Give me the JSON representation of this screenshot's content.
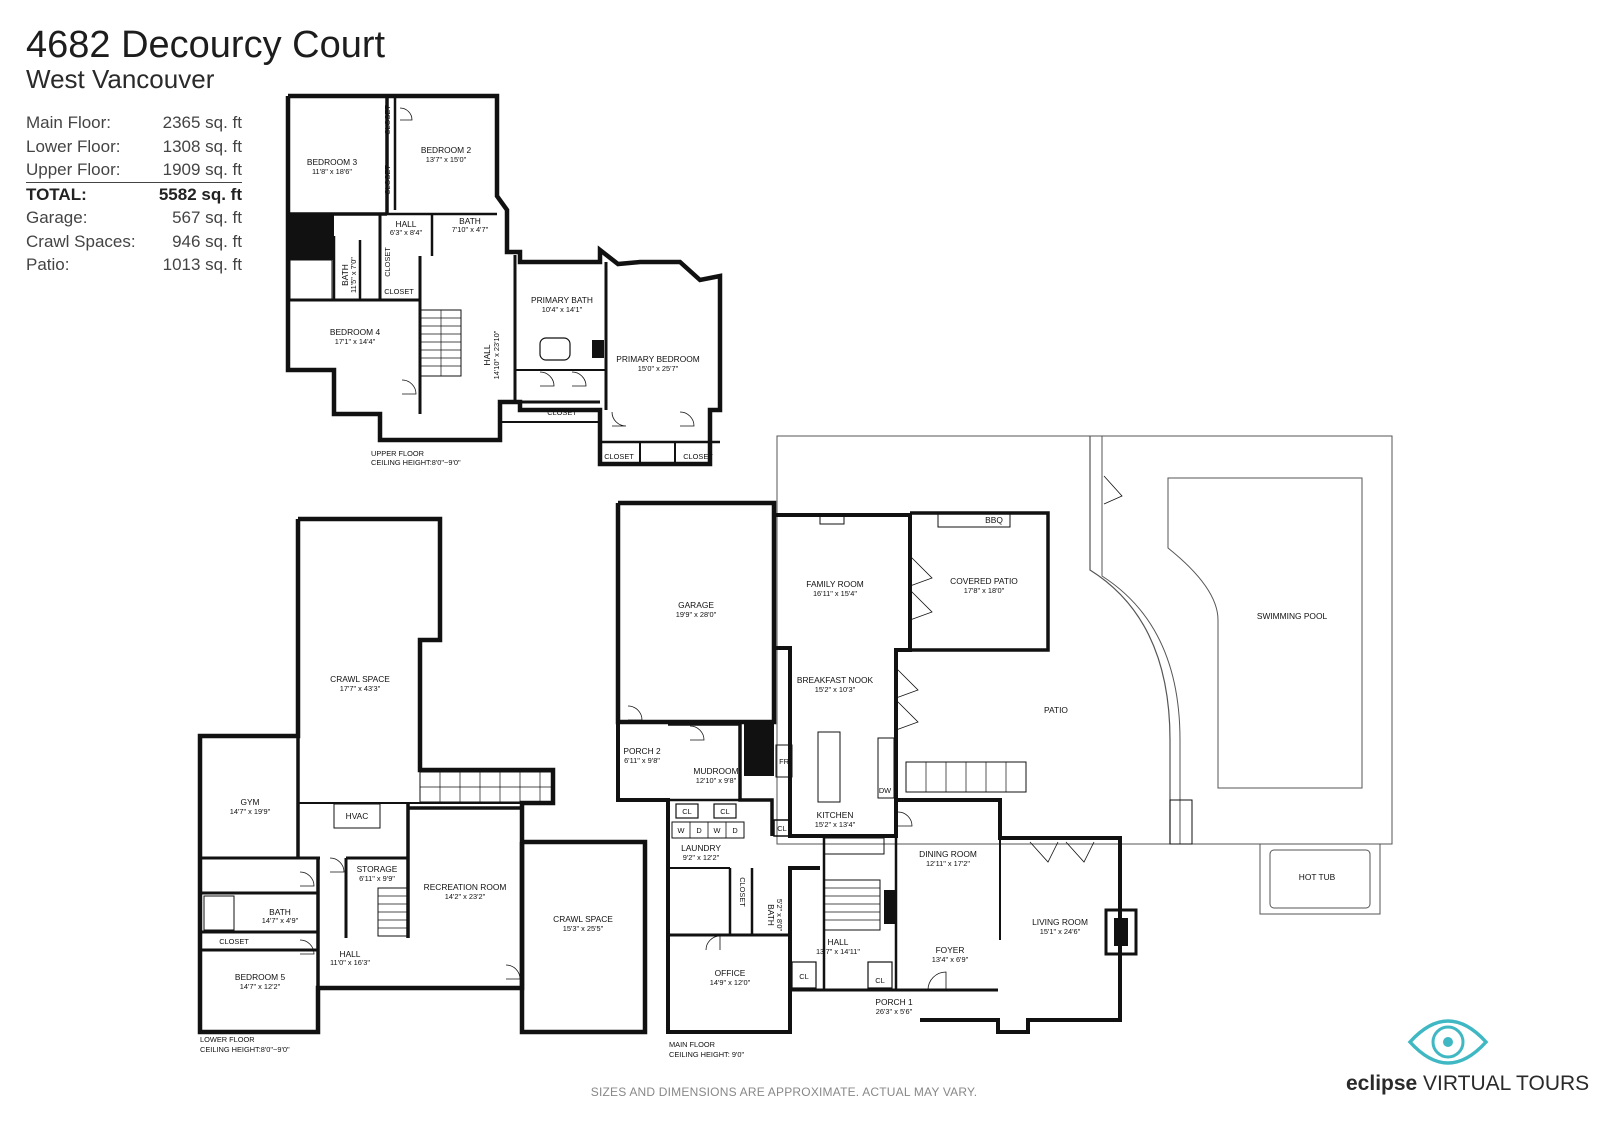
{
  "header": {
    "title": "4682 Decourcy Court",
    "subtitle": "West Vancouver"
  },
  "summary": [
    {
      "label": "Main Floor:",
      "value": "2365 sq. ft"
    },
    {
      "label": "Lower Floor:",
      "value": "1308 sq. ft"
    },
    {
      "label": "Upper Floor:",
      "value": "1909 sq. ft"
    },
    {
      "label": "TOTAL:",
      "value": "5582 sq. ft"
    },
    {
      "label": "Garage:",
      "value": "567 sq. ft"
    },
    {
      "label": "Crawl Spaces:",
      "value": "946 sq. ft"
    },
    {
      "label": "Patio:",
      "value": "1013 sq. ft"
    }
  ],
  "upper": {
    "bedroom3": {
      "name": "BEDROOM 3",
      "dim": "11'8\" x 18'6\""
    },
    "bedroom2": {
      "name": "BEDROOM 2",
      "dim": "13'7\" x 15'0\""
    },
    "hall_small": {
      "name": "HALL",
      "dim": "6'3\" x 8'4\""
    },
    "bath_small": {
      "name": "BATH",
      "dim": "7'10\" x 4'7\""
    },
    "bath_side": {
      "name": "BATH",
      "dim": "11'5\" x 7'0\""
    },
    "bedroom4": {
      "name": "BEDROOM 4",
      "dim": "17'1\" x 14'4\""
    },
    "hall_main": {
      "name": "HALL",
      "dim": "14'10\" x 23'10\""
    },
    "primary_bath": {
      "name": "PRIMARY BATH",
      "dim": "10'4\" x 14'1\""
    },
    "primary_bedroom": {
      "name": "PRIMARY BEDROOM",
      "dim": "15'0\" x 25'7\""
    },
    "closet": "CLOSET",
    "floor_label": "UPPER FLOOR",
    "ceiling": "CEILING HEIGHT:8'0\"~9'0\""
  },
  "lower": {
    "crawl1": {
      "name": "CRAWL SPACE",
      "dim": "17'7\" x 43'3\""
    },
    "gym": {
      "name": "GYM",
      "dim": "14'7\" x 19'9\""
    },
    "hvac": "HVAC",
    "storage": {
      "name": "STORAGE",
      "dim": "6'11\" x 9'9\""
    },
    "recreation": {
      "name": "RECREATION ROOM",
      "dim": "14'2\" x 23'2\""
    },
    "crawl2": {
      "name": "CRAWL SPACE",
      "dim": "15'3\" x 25'5\""
    },
    "bath": {
      "name": "BATH",
      "dim": "14'7\" x 4'9\""
    },
    "hall": {
      "name": "HALL",
      "dim": "11'0\" x 16'3\""
    },
    "bedroom5": {
      "name": "BEDROOM 5",
      "dim": "14'7\" x 12'2\""
    },
    "closet": "CLOSET",
    "floor_label": "LOWER FLOOR",
    "ceiling": "CEILING HEIGHT:8'0\"~9'0\""
  },
  "main": {
    "garage": {
      "name": "GARAGE",
      "dim": "19'9\" x 28'0\""
    },
    "family": {
      "name": "FAMILY ROOM",
      "dim": "16'11\" x 15'4\""
    },
    "covered_patio": {
      "name": "COVERED PATIO",
      "dim": "17'8\" x 18'0\""
    },
    "bbq": "BBQ",
    "swimming_pool": "SWIMMING POOL",
    "breakfast": {
      "name": "BREAKFAST NOOK",
      "dim": "15'2\" x 10'3\""
    },
    "patio": "PATIO",
    "porch2": {
      "name": "PORCH 2",
      "dim": "6'11\" x 9'8\""
    },
    "mudroom": {
      "name": "MUDROOM",
      "dim": "12'10\" x 9'8\""
    },
    "fr": "FR",
    "dw": "DW",
    "kitchen": {
      "name": "KITCHEN",
      "dim": "15'2\" x 13'4\""
    },
    "hot_tub": "HOT TUB",
    "cl": "CL",
    "w": "W",
    "d": "D",
    "laundry": {
      "name": "LAUNDRY",
      "dim": "9'2\" x 12'2\""
    },
    "closet": "CLOSET",
    "bath": {
      "name": "BATH",
      "dim": "5'2\" x 8'0\""
    },
    "dining": {
      "name": "DINING ROOM",
      "dim": "12'11\" x 17'2\""
    },
    "living": {
      "name": "LIVING ROOM",
      "dim": "15'1\" x 24'6\""
    },
    "hall": {
      "name": "HALL",
      "dim": "13'7\" x 14'11\""
    },
    "foyer": {
      "name": "FOYER",
      "dim": "13'4\" x 6'9\""
    },
    "office": {
      "name": "OFFICE",
      "dim": "14'9\" x 12'0\""
    },
    "porch1": {
      "name": "PORCH 1",
      "dim": "26'3\" x 5'6\""
    },
    "floor_label": "MAIN FLOOR",
    "ceiling": "CEILING HEIGHT: 9'0\""
  },
  "footer": {
    "disclaimer": "SIZES AND DIMENSIONS ARE APPROXIMATE. ACTUAL MAY VARY.",
    "brand_bold": "eclipse",
    "brand_rest": " VIRTUAL TOURS",
    "logo_icon": "eye-circle-logo",
    "brand_color": "#3fb8c4"
  }
}
